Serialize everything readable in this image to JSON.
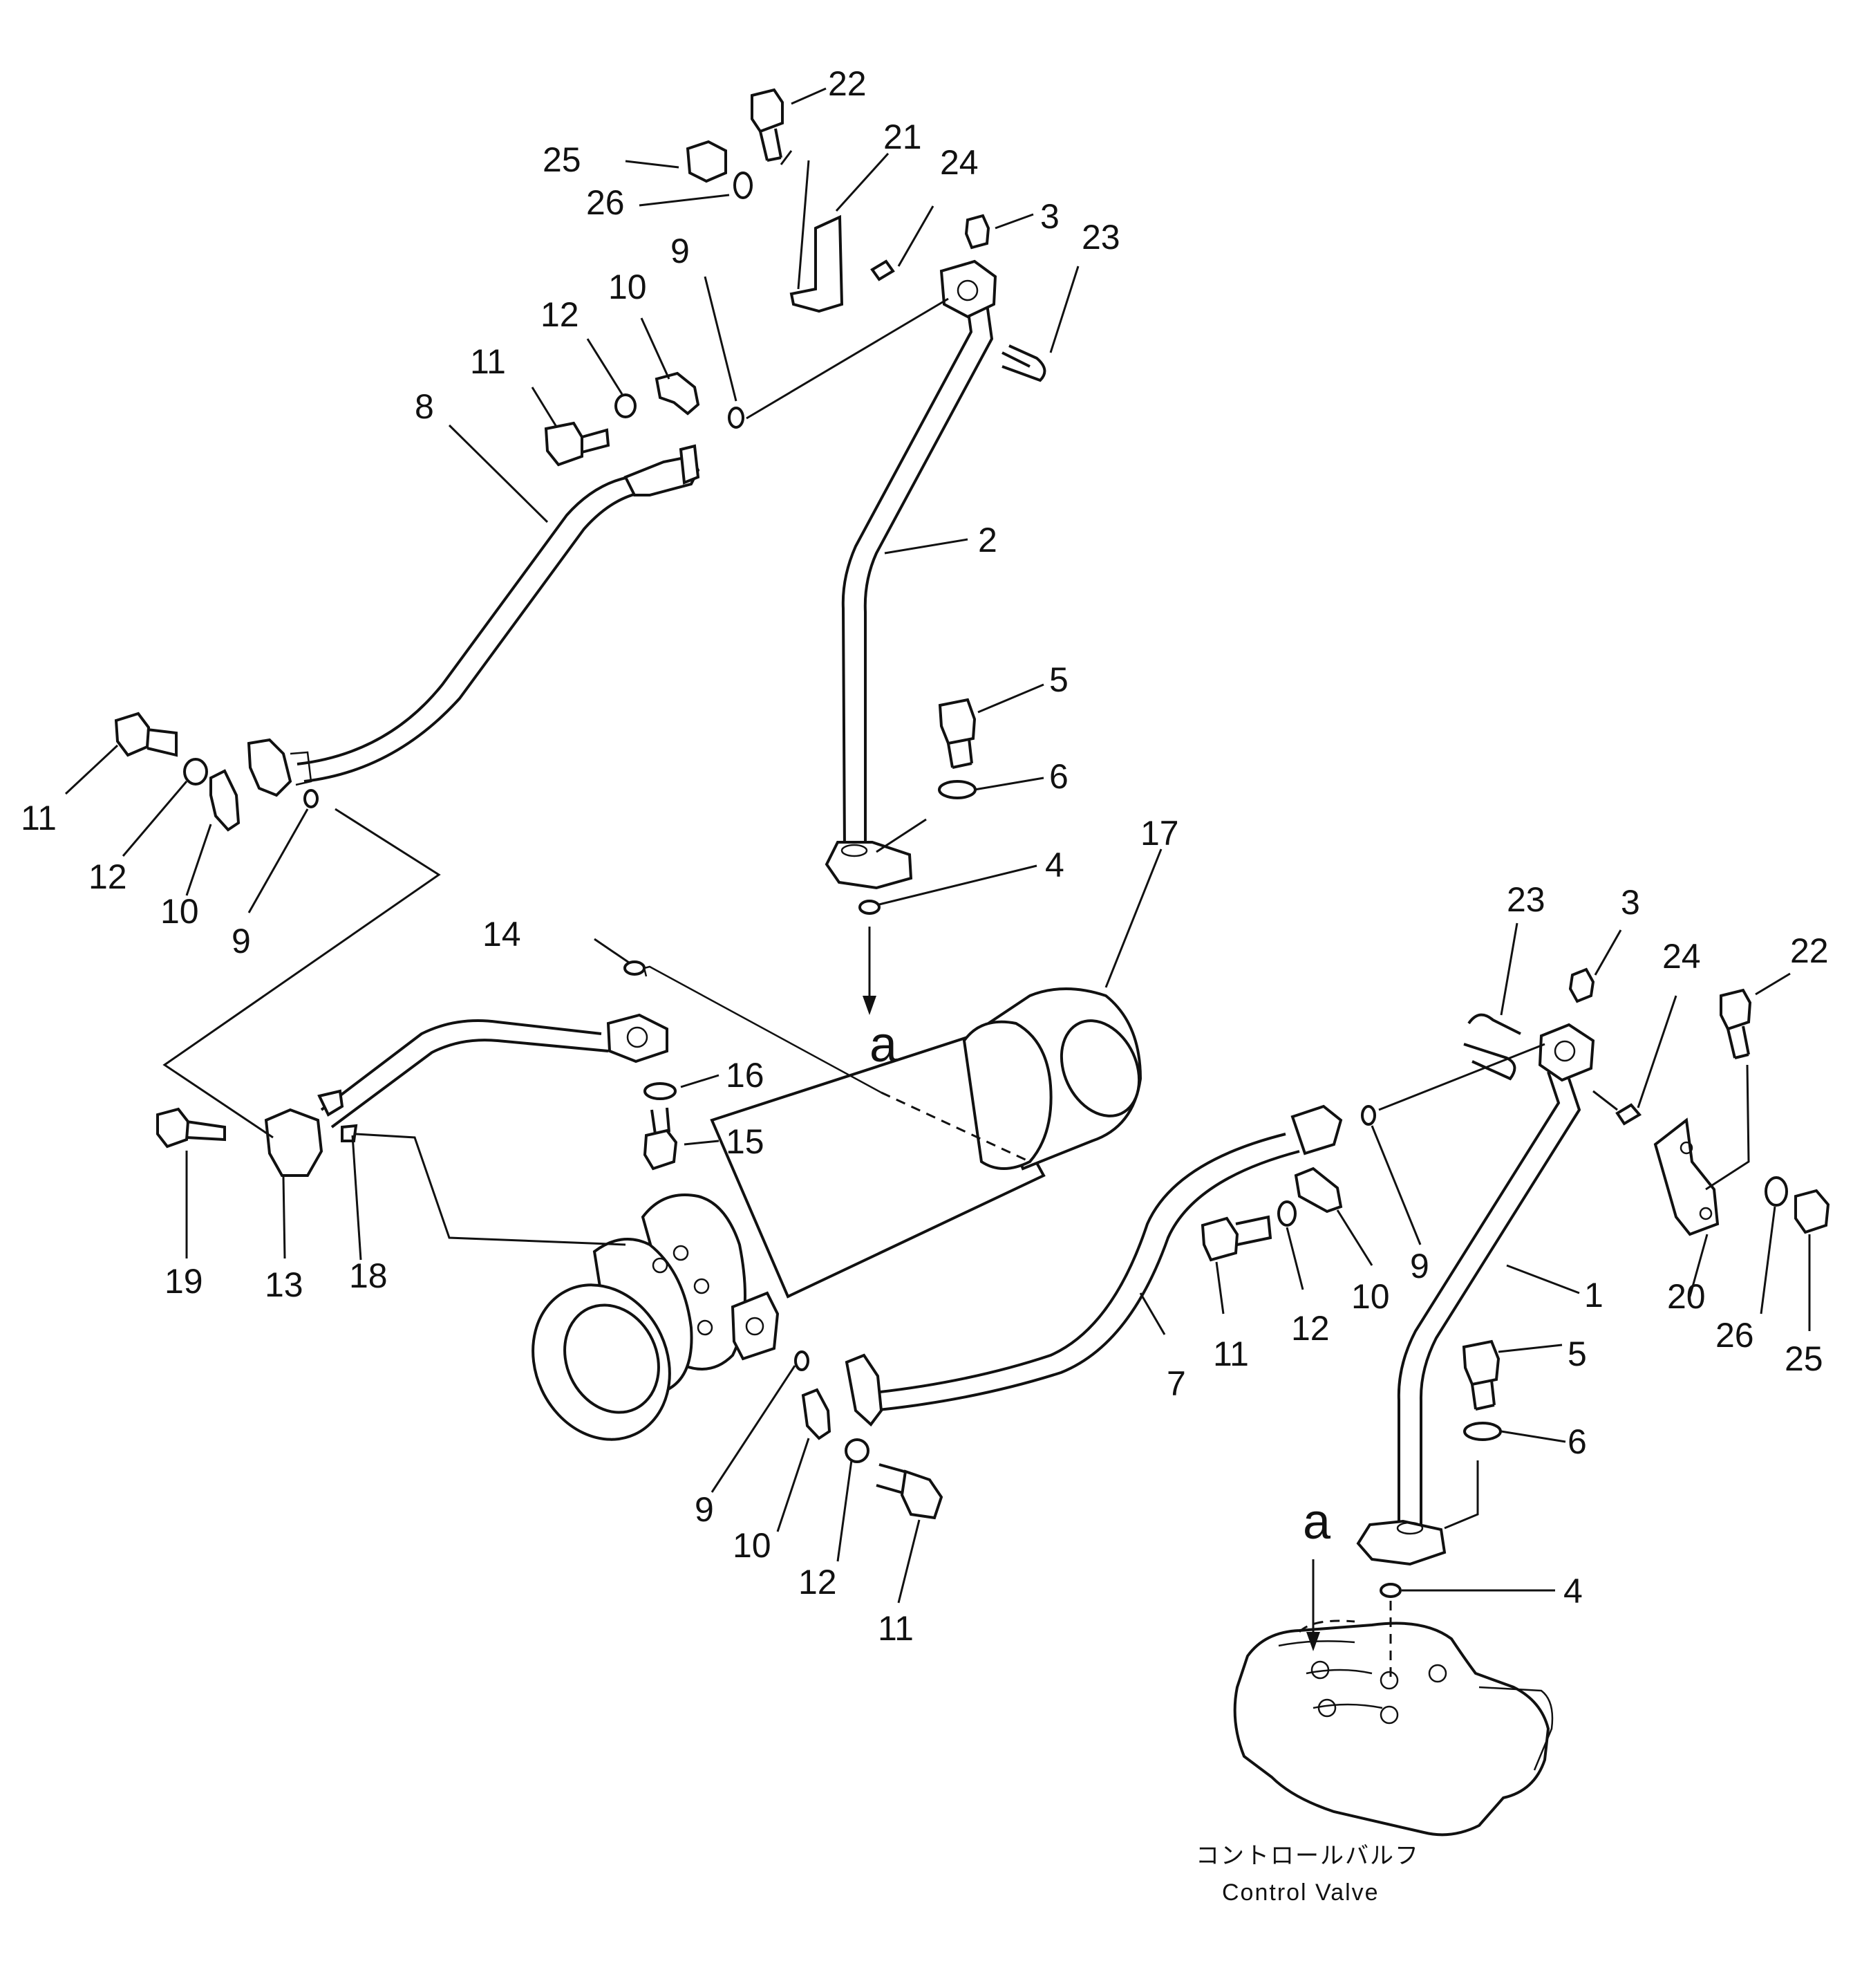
{
  "callouts": [
    {
      "id": "c22a",
      "text": "22"
    },
    {
      "id": "c21a",
      "text": "21"
    },
    {
      "id": "c24a",
      "text": "24"
    },
    {
      "id": "c25a",
      "text": "25"
    },
    {
      "id": "c26a",
      "text": "26"
    },
    {
      "id": "c3a",
      "text": "3"
    },
    {
      "id": "c23a",
      "text": "23"
    },
    {
      "id": "c9a",
      "text": "9"
    },
    {
      "id": "c10a",
      "text": "10"
    },
    {
      "id": "c12a",
      "text": "12"
    },
    {
      "id": "c11a",
      "text": "11"
    },
    {
      "id": "c8",
      "text": "8"
    },
    {
      "id": "c2",
      "text": "2"
    },
    {
      "id": "c5a",
      "text": "5"
    },
    {
      "id": "c6a",
      "text": "6"
    },
    {
      "id": "c17",
      "text": "17"
    },
    {
      "id": "c4a",
      "text": "4"
    },
    {
      "id": "c11b",
      "text": "11"
    },
    {
      "id": "c12b",
      "text": "12"
    },
    {
      "id": "c10b",
      "text": "10"
    },
    {
      "id": "c9b",
      "text": "9"
    },
    {
      "id": "c14",
      "text": "14"
    },
    {
      "id": "c16",
      "text": "16"
    },
    {
      "id": "c15",
      "text": "15"
    },
    {
      "id": "c19",
      "text": "19"
    },
    {
      "id": "c13",
      "text": "13"
    },
    {
      "id": "c18",
      "text": "18"
    },
    {
      "id": "c23b",
      "text": "23"
    },
    {
      "id": "c3b",
      "text": "3"
    },
    {
      "id": "c24b",
      "text": "24"
    },
    {
      "id": "c22b",
      "text": "22"
    },
    {
      "id": "c9c",
      "text": "9"
    },
    {
      "id": "c1",
      "text": "1"
    },
    {
      "id": "c20",
      "text": "20"
    },
    {
      "id": "c26b",
      "text": "26"
    },
    {
      "id": "c25b",
      "text": "25"
    },
    {
      "id": "c11c",
      "text": "11"
    },
    {
      "id": "c12c",
      "text": "12"
    },
    {
      "id": "c10c",
      "text": "10"
    },
    {
      "id": "c7",
      "text": "7"
    },
    {
      "id": "c5b",
      "text": "5"
    },
    {
      "id": "c6b",
      "text": "6"
    },
    {
      "id": "c4b",
      "text": "4"
    },
    {
      "id": "c9d",
      "text": "9"
    },
    {
      "id": "c10d",
      "text": "10"
    },
    {
      "id": "c12d",
      "text": "12"
    },
    {
      "id": "c11d",
      "text": "11"
    }
  ],
  "view_marks": [
    {
      "text": "a"
    },
    {
      "text": "a"
    }
  ],
  "caption": {
    "jp": "コントロールバルフ",
    "en": "Control Valve"
  }
}
